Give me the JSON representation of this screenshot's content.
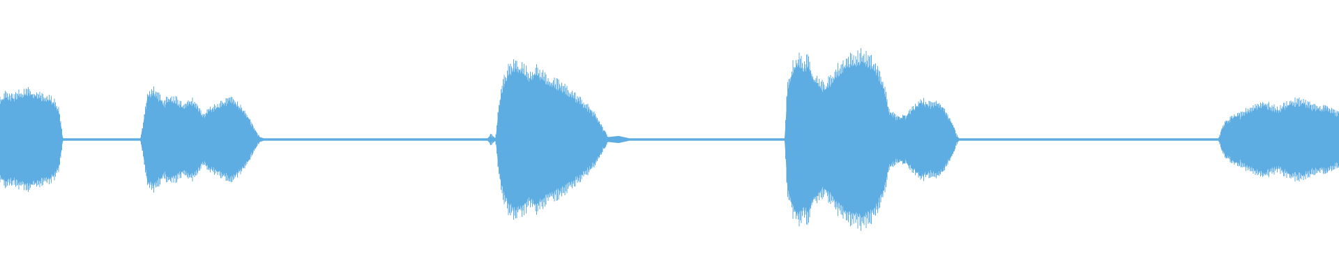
{
  "waveform": {
    "color": "#5dade2",
    "background": "#ffffff",
    "amplitude_envelope": [
      [
        0.0,
        0.3
      ],
      [
        0.004,
        0.34
      ],
      [
        0.01,
        0.33
      ],
      [
        0.016,
        0.36
      ],
      [
        0.022,
        0.37
      ],
      [
        0.028,
        0.35
      ],
      [
        0.034,
        0.33
      ],
      [
        0.04,
        0.3
      ],
      [
        0.044,
        0.22
      ],
      [
        0.046,
        0.08
      ],
      [
        0.047,
        0.01
      ],
      [
        0.105,
        0.01
      ],
      [
        0.107,
        0.12
      ],
      [
        0.11,
        0.34
      ],
      [
        0.114,
        0.38
      ],
      [
        0.118,
        0.34
      ],
      [
        0.122,
        0.28
      ],
      [
        0.127,
        0.32
      ],
      [
        0.132,
        0.3
      ],
      [
        0.137,
        0.25
      ],
      [
        0.142,
        0.31
      ],
      [
        0.147,
        0.26
      ],
      [
        0.152,
        0.18
      ],
      [
        0.157,
        0.24
      ],
      [
        0.162,
        0.26
      ],
      [
        0.167,
        0.28
      ],
      [
        0.172,
        0.32
      ],
      [
        0.177,
        0.27
      ],
      [
        0.182,
        0.22
      ],
      [
        0.187,
        0.14
      ],
      [
        0.191,
        0.06
      ],
      [
        0.194,
        0.02
      ],
      [
        0.197,
        0.01
      ],
      [
        0.364,
        0.01
      ],
      [
        0.367,
        0.04
      ],
      [
        0.37,
        0.01
      ],
      [
        0.373,
        0.3
      ],
      [
        0.376,
        0.44
      ],
      [
        0.38,
        0.54
      ],
      [
        0.385,
        0.58
      ],
      [
        0.39,
        0.55
      ],
      [
        0.395,
        0.5
      ],
      [
        0.4,
        0.53
      ],
      [
        0.406,
        0.49
      ],
      [
        0.412,
        0.44
      ],
      [
        0.418,
        0.42
      ],
      [
        0.424,
        0.38
      ],
      [
        0.43,
        0.33
      ],
      [
        0.436,
        0.28
      ],
      [
        0.442,
        0.22
      ],
      [
        0.447,
        0.15
      ],
      [
        0.451,
        0.07
      ],
      [
        0.454,
        0.02
      ],
      [
        0.462,
        0.03
      ],
      [
        0.466,
        0.02
      ],
      [
        0.47,
        0.01
      ],
      [
        0.586,
        0.01
      ],
      [
        0.588,
        0.4
      ],
      [
        0.592,
        0.55
      ],
      [
        0.596,
        0.62
      ],
      [
        0.6,
        0.58
      ],
      [
        0.604,
        0.6
      ],
      [
        0.608,
        0.48
      ],
      [
        0.612,
        0.44
      ],
      [
        0.616,
        0.4
      ],
      [
        0.62,
        0.46
      ],
      [
        0.626,
        0.54
      ],
      [
        0.632,
        0.6
      ],
      [
        0.638,
        0.62
      ],
      [
        0.644,
        0.64
      ],
      [
        0.65,
        0.6
      ],
      [
        0.655,
        0.54
      ],
      [
        0.66,
        0.42
      ],
      [
        0.664,
        0.22
      ],
      [
        0.67,
        0.17
      ],
      [
        0.676,
        0.18
      ],
      [
        0.682,
        0.24
      ],
      [
        0.688,
        0.3
      ],
      [
        0.694,
        0.27
      ],
      [
        0.7,
        0.29
      ],
      [
        0.705,
        0.24
      ],
      [
        0.71,
        0.14
      ],
      [
        0.714,
        0.05
      ],
      [
        0.716,
        0.01
      ],
      [
        0.91,
        0.01
      ],
      [
        0.912,
        0.07
      ],
      [
        0.915,
        0.13
      ],
      [
        0.92,
        0.17
      ],
      [
        0.926,
        0.19
      ],
      [
        0.932,
        0.23
      ],
      [
        0.938,
        0.26
      ],
      [
        0.944,
        0.28
      ],
      [
        0.95,
        0.25
      ],
      [
        0.955,
        0.23
      ],
      [
        0.96,
        0.27
      ],
      [
        0.966,
        0.29
      ],
      [
        0.972,
        0.3
      ],
      [
        0.978,
        0.27
      ],
      [
        0.984,
        0.24
      ],
      [
        0.99,
        0.25
      ],
      [
        0.995,
        0.22
      ],
      [
        1.0,
        0.2
      ]
    ]
  }
}
